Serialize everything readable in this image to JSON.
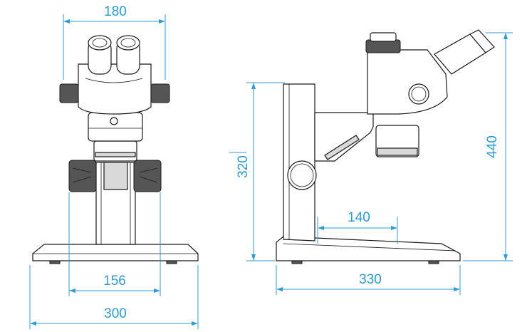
{
  "dimensions": {
    "front_top_width": "180",
    "front_inner_width": "156",
    "front_base_width": "300",
    "side_pillar_height": "320",
    "side_total_height": "440",
    "side_reach": "140",
    "side_base_depth": "330"
  },
  "colors": {
    "dimension": "#2f9bd0",
    "outline": "#1a1a1a"
  }
}
